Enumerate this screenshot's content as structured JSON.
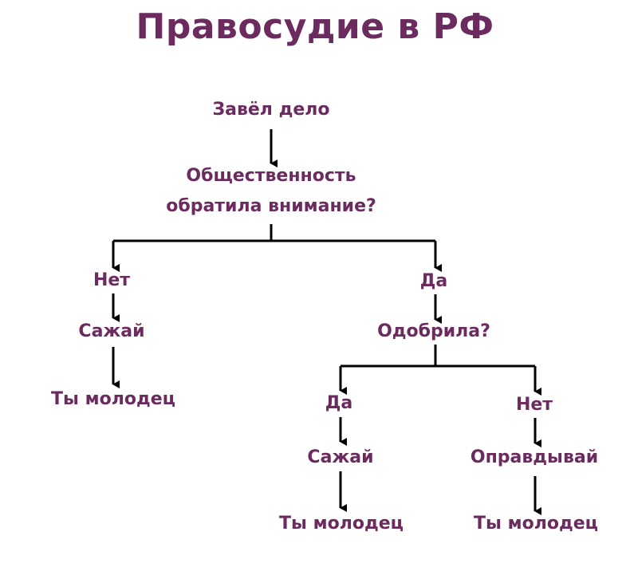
{
  "title": "Правосудие в РФ",
  "nodes": {
    "start": "Завёл дело",
    "question1_line1": "Общественность",
    "question1_line2": "обратила внимание?",
    "no1": "Нет",
    "jail1": "Сажай",
    "good1": "Ты молодец",
    "yes1": "Да",
    "question2": "Одобрила?",
    "yes2": "Да",
    "jail2": "Сажай",
    "good2": "Ты молодец",
    "no2": "Нет",
    "acquit": "Оправдывай",
    "good3": "Ты молодец"
  },
  "colors": {
    "text": "#6c2b5f",
    "lines": "#000000"
  }
}
